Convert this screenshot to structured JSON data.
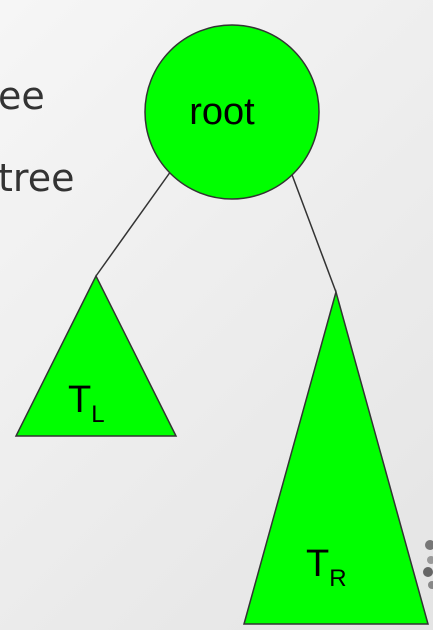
{
  "slide": {
    "text_line_1": "ee",
    "text_line_2": "tree"
  },
  "diagram": {
    "root_label": "root",
    "left_subtree": {
      "main": "T",
      "sub": "L"
    },
    "right_subtree": {
      "main": "T",
      "sub": "R"
    },
    "fill_color": "#00ff00",
    "stroke_color": "#333333"
  }
}
